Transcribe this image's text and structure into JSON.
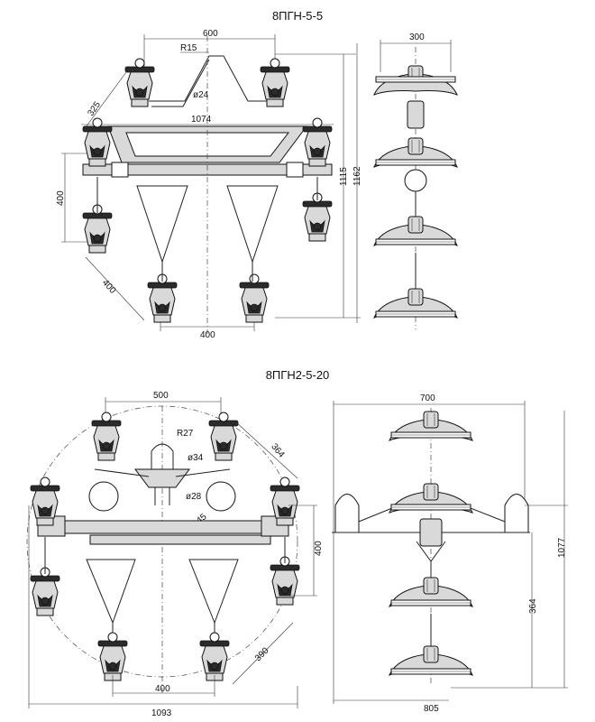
{
  "diagram_top": {
    "title": "8ПГН-5-5",
    "dims": {
      "width_top": "600",
      "radius": "R15",
      "rod_diam": "ø24",
      "span": "1074",
      "diag": "325",
      "vert_left": "400",
      "diag_low": "400",
      "bottom": "400",
      "height_inner": "1115",
      "height_outer": "1162",
      "side_width": "300"
    }
  },
  "diagram_bottom": {
    "title": "8ПГН2-5-20",
    "dims": {
      "width_top": "500",
      "radius": "R27",
      "rod_diam1": "ø34",
      "rod_diam2": "ø28",
      "circle_diam": "ø1045",
      "diag_right": "364",
      "vert_right": "400",
      "diag_low": "390",
      "bottom_inner": "400",
      "bottom_outer": "1093",
      "side_width": "700",
      "side_height_outer": "1077",
      "side_height_inner": "364",
      "side_base": "805"
    }
  }
}
